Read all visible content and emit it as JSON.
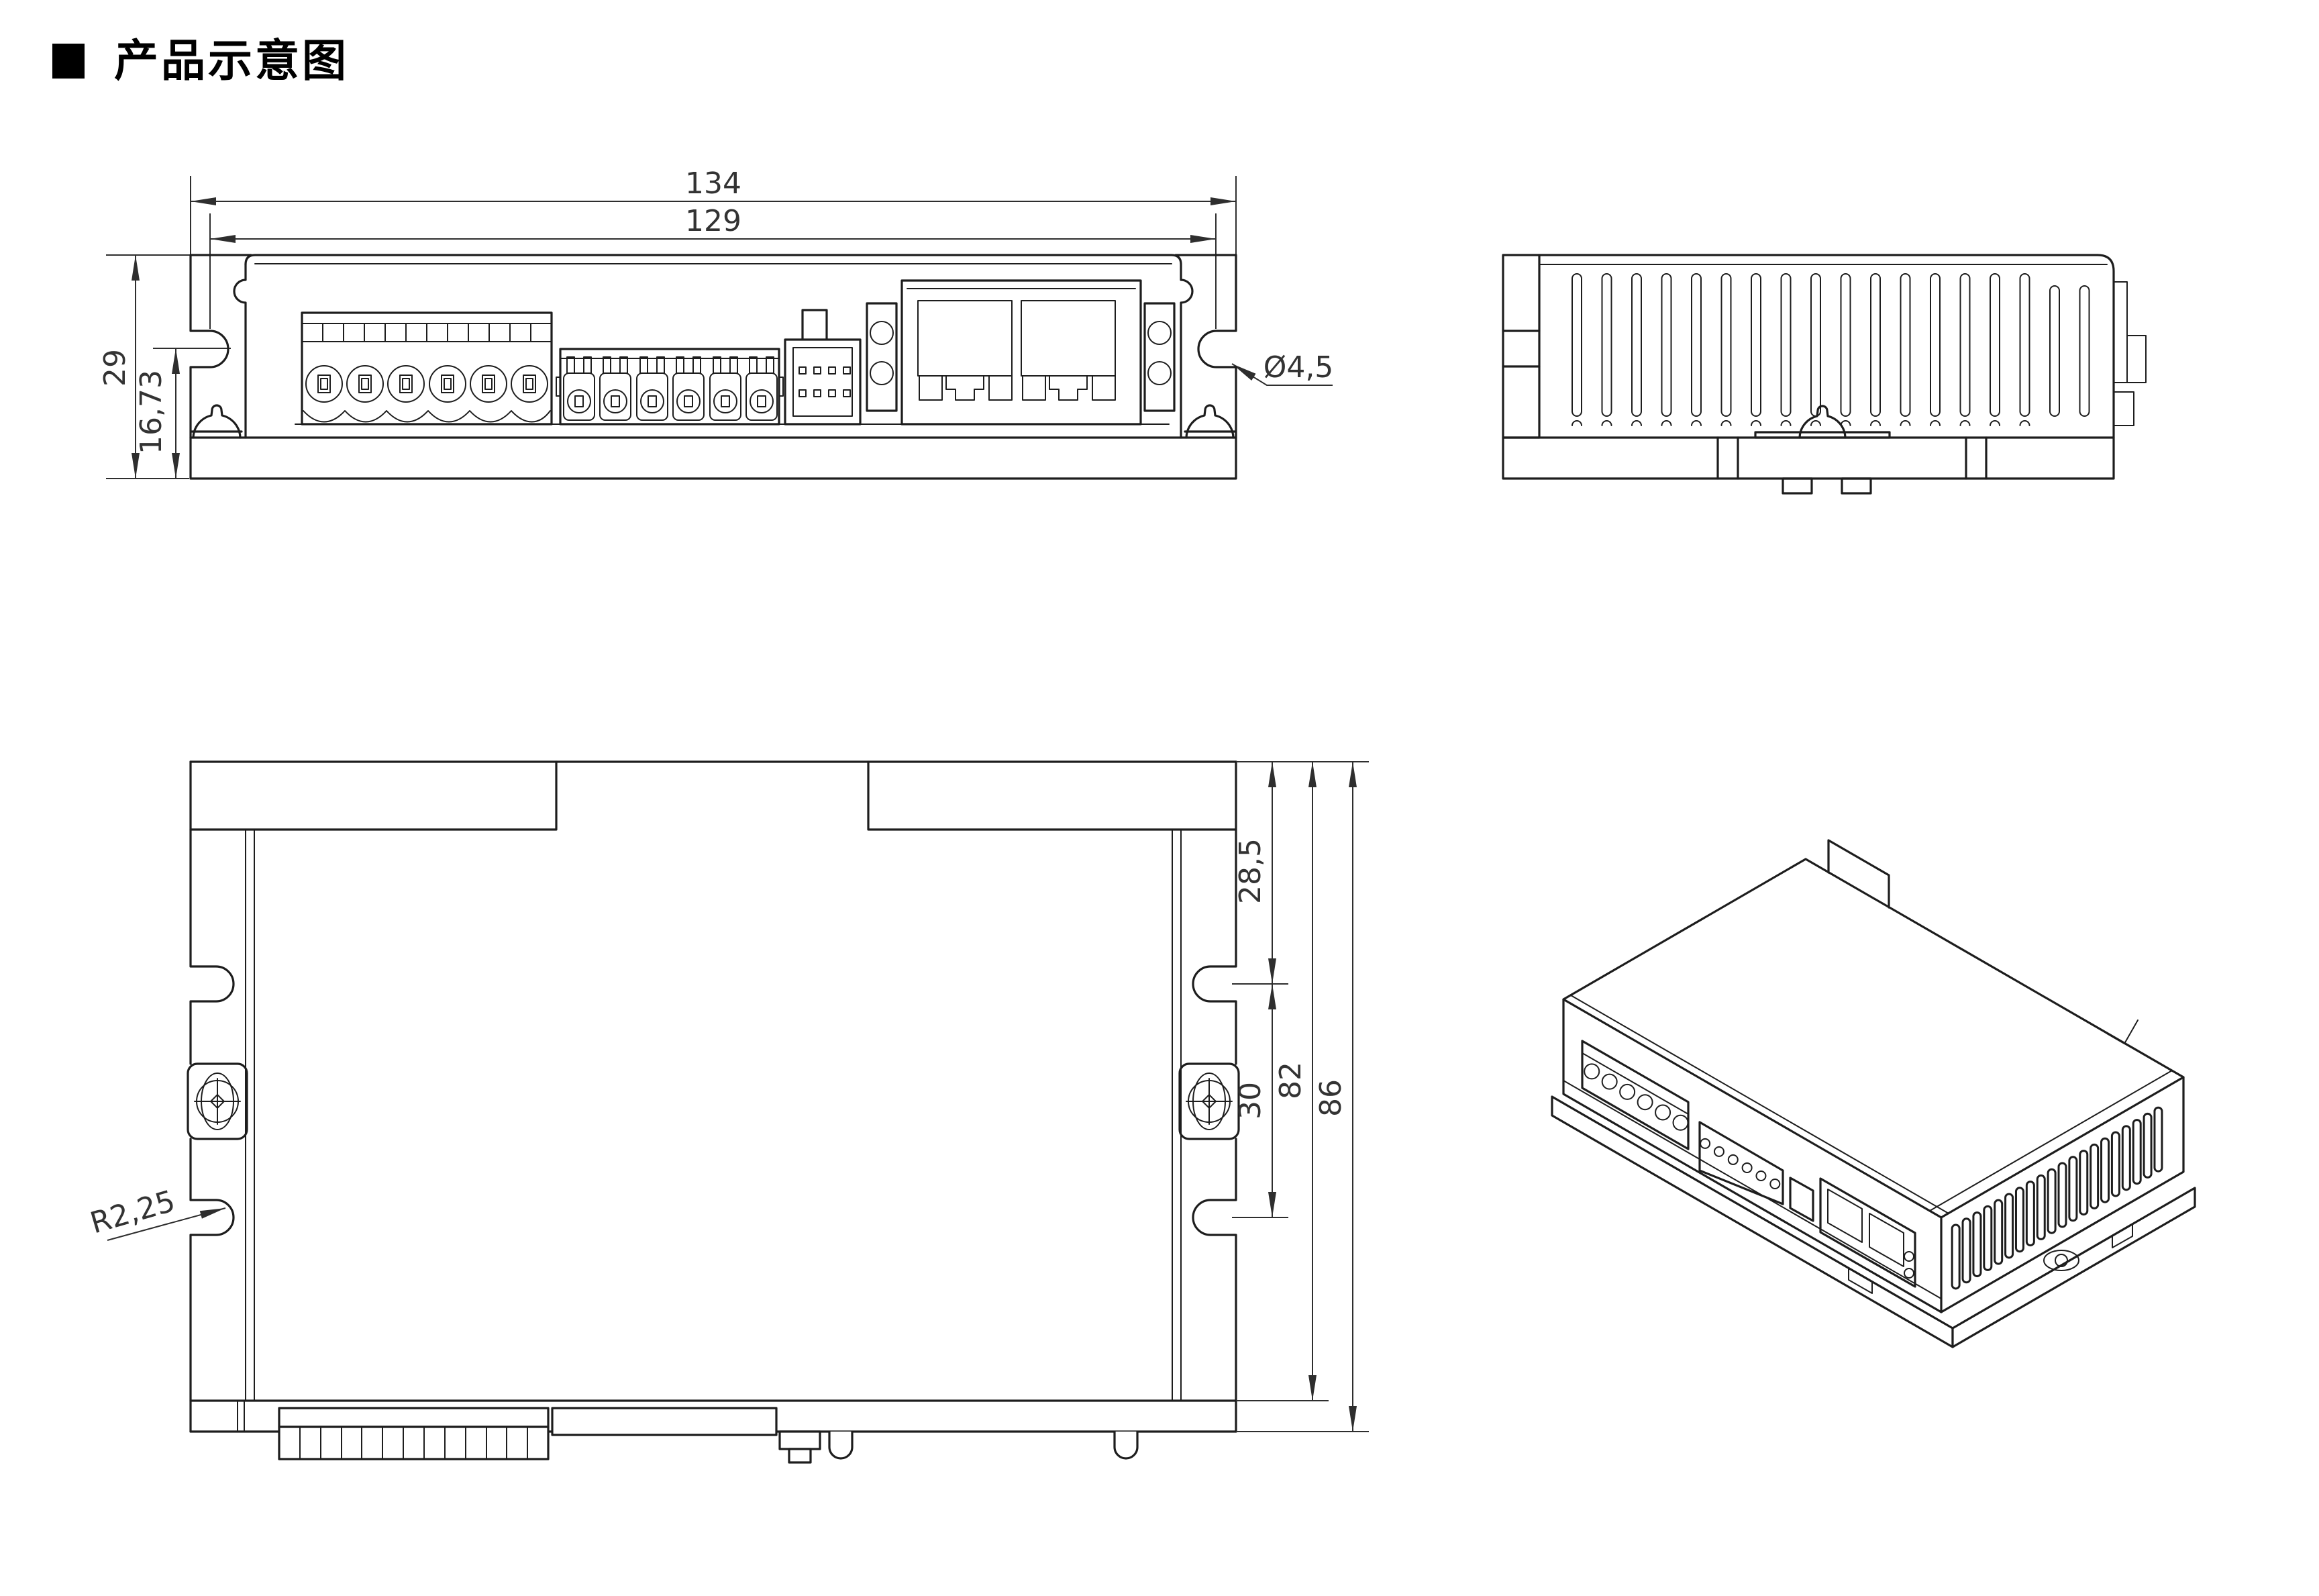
{
  "title": "产品示意图",
  "front_view": {
    "dim_overall_width": "134",
    "dim_mount_hole_spacing": "129",
    "dim_overall_height": "29",
    "dim_mid_height": "16,73",
    "dim_mount_hole_diameter": "Ø4,5"
  },
  "plan_view": {
    "dim_slot_top_offset": "28,5",
    "dim_slot_spacing": "30",
    "dim_body_depth": "82",
    "dim_overall_depth": "86",
    "dim_slot_radius": "R2,25"
  }
}
